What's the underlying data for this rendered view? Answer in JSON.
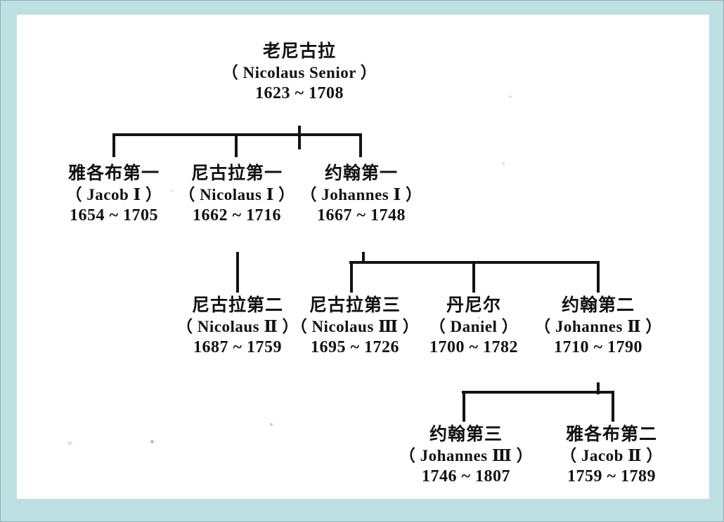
{
  "document": {
    "title": "Bernoulli family genealogy chart",
    "border_color": "#bde0e2",
    "paper_color": "#ffffff",
    "ink_color": "#131313"
  },
  "chart_data": {
    "type": "diagram",
    "diagram_kind": "family-tree",
    "title": "",
    "nodes": [
      {
        "id": "nicolaus-senior",
        "cn": "老尼古拉",
        "latin": "（ Nicolaus Senior ）",
        "latin_name": "Nicolaus Senior",
        "numeral": "",
        "years": "1623 ~ 1708",
        "birth": 1623,
        "death": 1708,
        "generation": 1
      },
      {
        "id": "jacob-1",
        "cn": "雅各布第一",
        "latin": "（ Jacob Ⅰ ）",
        "latin_name": "Jacob",
        "numeral": "Ⅰ",
        "years": "1654 ~ 1705",
        "birth": 1654,
        "death": 1705,
        "generation": 2
      },
      {
        "id": "nicolaus-1",
        "cn": "尼古拉第一",
        "latin": "（ Nicolaus Ⅰ ）",
        "latin_name": "Nicolaus",
        "numeral": "Ⅰ",
        "years": "1662 ~ 1716",
        "birth": 1662,
        "death": 1716,
        "generation": 2
      },
      {
        "id": "johannes-1",
        "cn": "约翰第一",
        "latin": "（ Johannes Ⅰ ）",
        "latin_name": "Johannes",
        "numeral": "Ⅰ",
        "years": "1667 ~ 1748",
        "birth": 1667,
        "death": 1748,
        "generation": 2
      },
      {
        "id": "nicolaus-2",
        "cn": "尼古拉第二",
        "latin": "（ Nicolaus Ⅱ ）",
        "latin_name": "Nicolaus",
        "numeral": "Ⅱ",
        "years": "1687 ~ 1759",
        "birth": 1687,
        "death": 1759,
        "generation": 3
      },
      {
        "id": "nicolaus-3",
        "cn": "尼古拉第三",
        "latin": "（ Nicolaus Ⅲ ）",
        "latin_name": "Nicolaus",
        "numeral": "Ⅲ",
        "years": "1695 ~ 1726",
        "birth": 1695,
        "death": 1726,
        "generation": 3
      },
      {
        "id": "daniel",
        "cn": "丹尼尔",
        "latin": "（ Daniel ）",
        "latin_name": "Daniel",
        "numeral": "",
        "years": "1700 ~ 1782",
        "birth": 1700,
        "death": 1782,
        "generation": 3
      },
      {
        "id": "johannes-2",
        "cn": "约翰第二",
        "latin": "（ Johannes Ⅱ ）",
        "latin_name": "Johannes",
        "numeral": "Ⅱ",
        "years": "1710 ~ 1790",
        "birth": 1710,
        "death": 1790,
        "generation": 3
      },
      {
        "id": "johannes-3",
        "cn": "约翰第三",
        "latin": "（ Johannes Ⅲ ）",
        "latin_name": "Johannes",
        "numeral": "Ⅲ",
        "years": "1746 ~ 1807",
        "birth": 1746,
        "death": 1807,
        "generation": 4
      },
      {
        "id": "jacob-2",
        "cn": "雅各布第二",
        "latin": "（ Jacob Ⅱ ）",
        "latin_name": "Jacob",
        "numeral": "Ⅱ",
        "years": "1759 ~ 1789",
        "birth": 1759,
        "death": 1789,
        "generation": 4
      }
    ],
    "edges": [
      {
        "from": "nicolaus-senior",
        "to": "jacob-1"
      },
      {
        "from": "nicolaus-senior",
        "to": "nicolaus-1"
      },
      {
        "from": "nicolaus-senior",
        "to": "johannes-1"
      },
      {
        "from": "nicolaus-1",
        "to": "nicolaus-2"
      },
      {
        "from": "johannes-1",
        "to": "nicolaus-3"
      },
      {
        "from": "johannes-1",
        "to": "daniel"
      },
      {
        "from": "johannes-1",
        "to": "johannes-2"
      },
      {
        "from": "johannes-2",
        "to": "johannes-3"
      },
      {
        "from": "johannes-2",
        "to": "jacob-2"
      }
    ]
  }
}
